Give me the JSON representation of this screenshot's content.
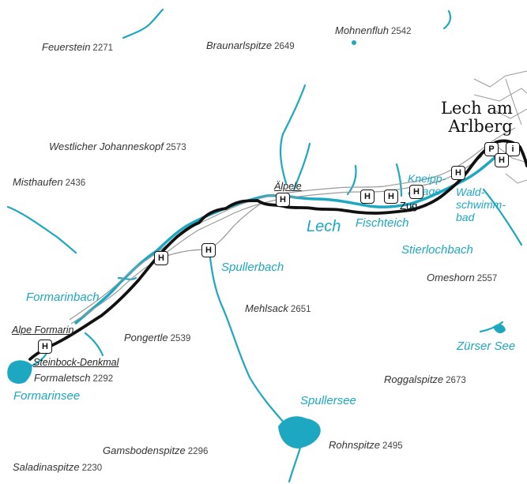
{
  "peaks": {
    "feuerstein": {
      "name": "Feuerstein",
      "elev": "2271"
    },
    "braunarlspitze": {
      "name": "Braunarlspitze",
      "elev": "2649"
    },
    "mohnenfluh": {
      "name": "Mohnenfluh",
      "elev": "2542"
    },
    "westlicher_johanneskopf": {
      "name": "Westlicher Johanneskopf",
      "elev": "2573"
    },
    "misthaufen": {
      "name": "Misthaufen",
      "elev": "2436"
    },
    "mehlsack": {
      "name": "Mehlsack",
      "elev": "2651"
    },
    "omeshorn": {
      "name": "Omeshorn",
      "elev": "2557"
    },
    "pongertle": {
      "name": "Pongertle",
      "elev": "2539"
    },
    "formaletsch": {
      "name": "Formaletsch",
      "elev": "2292"
    },
    "roggalspitze": {
      "name": "Roggalspitze",
      "elev": "2673"
    },
    "rohnspitze": {
      "name": "Rohnspitze",
      "elev": "2495"
    },
    "gamsbodenspitze": {
      "name": "Gamsbodenspitze",
      "elev": "2296"
    },
    "saladinaspitze": {
      "name": "Saladinaspitze",
      "elev": "2230"
    }
  },
  "waters": {
    "lech": "Lech",
    "formarinbach": "Formarinbach",
    "spullerbach": "Spullerbach",
    "stierlochbach": "Stierlochbach",
    "fischteich": "Fischteich",
    "kneipp_anlage": "Kneipp-\nanlage",
    "waldschwimmbad": "Wald-\nschwimm-\nbad",
    "zuerser_see": "Zürser See",
    "spullersee": "Spullersee",
    "formarinsee": "Formarinsee"
  },
  "pois": {
    "aelpele": "Älpele",
    "alpe_formarin": "Alpe Formarin",
    "steinbock_denkmal": "Steinbock-Denkmal"
  },
  "town": "Lech am\nArlberg",
  "stop_zug": "Zug",
  "symbols": {
    "bus": "H",
    "parking": "P",
    "info": "i"
  },
  "colors": {
    "water": "#1ea7c0",
    "route": "#111111",
    "road": "#9a9a9a"
  }
}
